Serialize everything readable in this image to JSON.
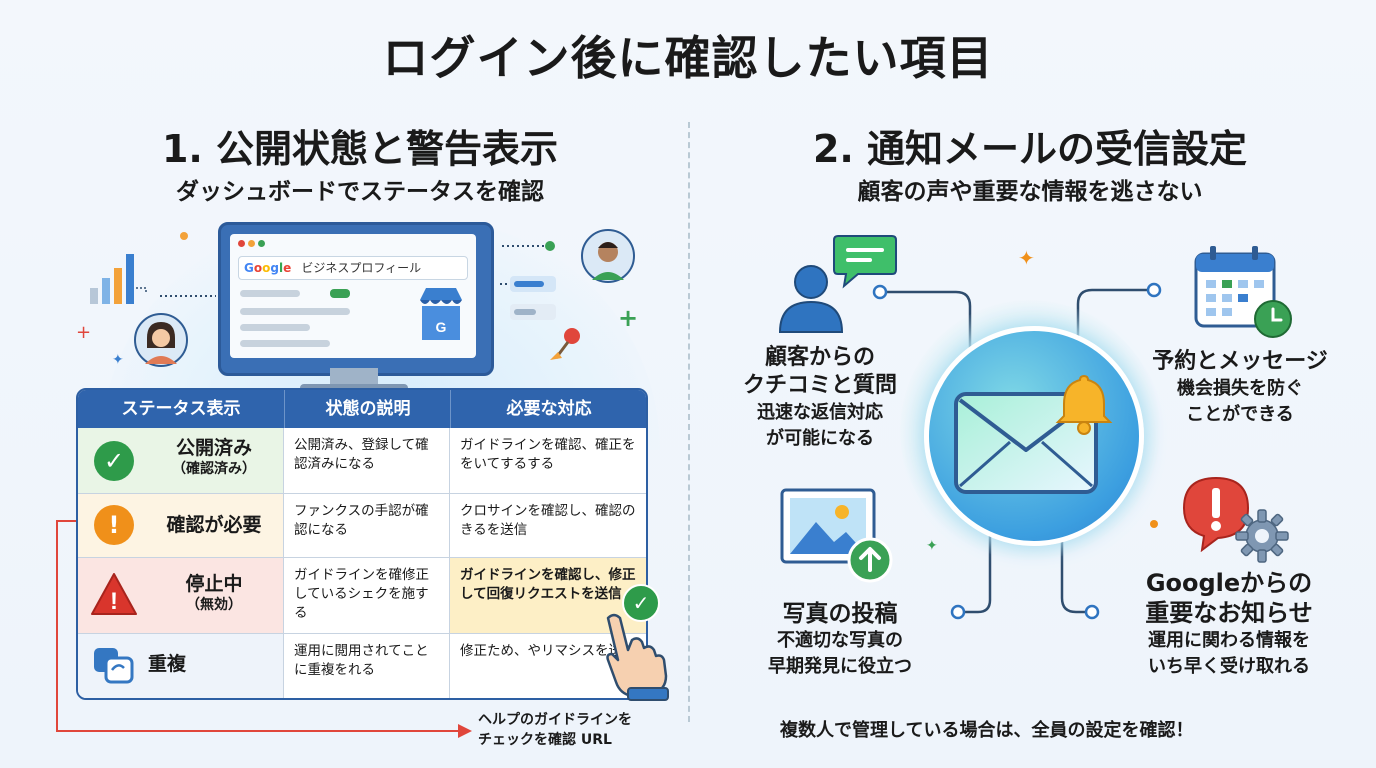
{
  "title": "ログイン後に確認したい項目",
  "section1": {
    "title": "1. 公開状態と警告表示",
    "subtitle": "ダッシュボードでステータスを確認",
    "screen_label": "ビジネスプロフィール",
    "screen_logo": "Google",
    "table": {
      "headers": [
        "ステータス表示",
        "状態の説明",
        "必要な対応"
      ],
      "rows": [
        {
          "status": "公開済み",
          "status_sub": "（確認済み）",
          "description": "公開済み、登録して確認済みになる",
          "action": "ガイドラインを確認、確正ををいてするする",
          "color": "#2e9b4a",
          "bg": "#e9f5e6"
        },
        {
          "status": "確認が必要",
          "status_sub": "",
          "description": "ファンクスの手認が確認になる",
          "action": "クロサインを確認し、確認のきるを送信",
          "color": "#f0901a",
          "bg": "#fdf4e3"
        },
        {
          "status": "停止中",
          "status_sub": "（無効）",
          "description": "ガイドラインを確修正しているシェクを施する",
          "action": "ガイドラインを確認し、修正して回復リクエストを送信",
          "color": "#d9352c",
          "bg": "#fbe5e2",
          "action_bg": "#fdefc6"
        },
        {
          "status": "重複",
          "status_sub": "",
          "description": "運用に閲用されてことに重複をれる",
          "action": "修正ため、やリマシスを送信",
          "color": "#3477c2",
          "bg": "#eef3fa"
        }
      ]
    },
    "help_text": [
      "ヘルプのガイドラインを",
      "チェックを確認 URL"
    ]
  },
  "section2": {
    "title": "2. 通知メールの受信設定",
    "subtitle": "顧客の声や重要な情報を逃さない",
    "features": {
      "reviews": {
        "title": [
          "顧客からの",
          "クチコミと質問"
        ],
        "desc": [
          "迅速な返信対応",
          "が可能になる"
        ]
      },
      "booking": {
        "title": [
          "予約とメッセージ"
        ],
        "desc": [
          "機会損失を防ぐ",
          "ことができる"
        ]
      },
      "photos": {
        "title": [
          "写真の投稿"
        ],
        "desc": [
          "不適切な写真の",
          "早期発見に役立つ"
        ]
      },
      "google": {
        "title": [
          "Googleからの",
          "重要なお知らせ"
        ],
        "desc": [
          "運用に関わる情報を",
          "いち早く受け取れる"
        ]
      }
    },
    "note": "複数人で管理している場合は、全員の設定を確認！"
  },
  "icons": [
    "check-circle-icon",
    "exclamation-circle-icon",
    "warning-triangle-icon",
    "duplicate-icon",
    "pointing-hand-icon",
    "envelope-icon",
    "bell-icon",
    "person-icon",
    "chat-bubble-icon",
    "calendar-icon",
    "clock-icon",
    "photo-icon",
    "upload-arrow-icon",
    "alert-bubble-icon",
    "gear-icon",
    "store-icon",
    "map-pin-icon",
    "bar-chart-icon"
  ]
}
